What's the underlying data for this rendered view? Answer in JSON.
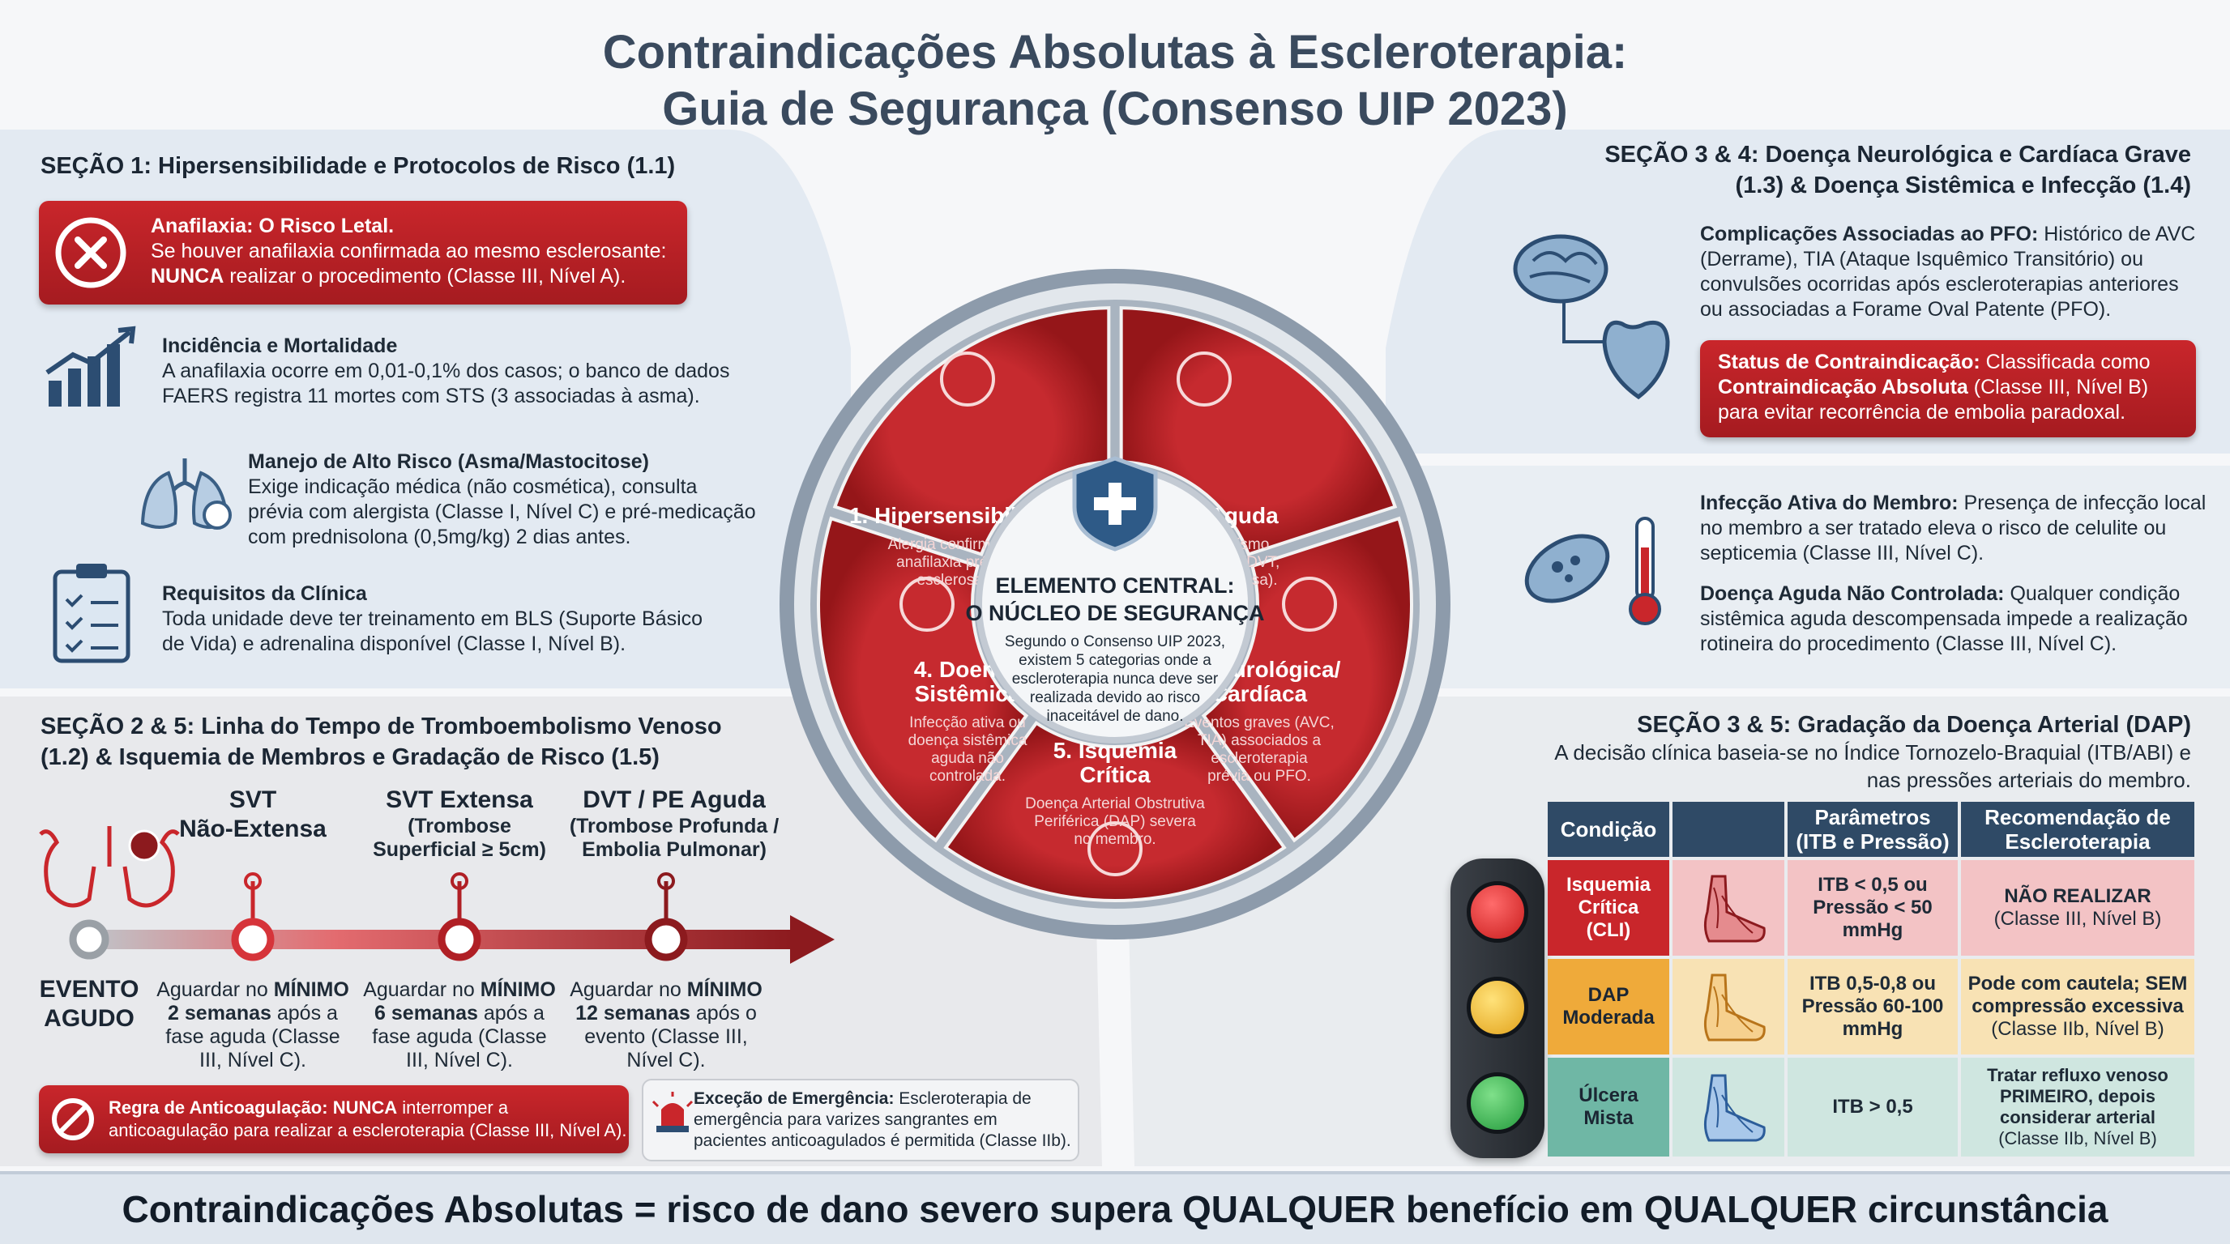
{
  "title": {
    "line1": "Contraindicações Absolutas à Escleroterapia:",
    "line2": "Guia de Segurança (Consenso UIP 2023)"
  },
  "s1": {
    "title": "SEÇÃO 1: Hipersensibilidade e Protocolos de Risco (1.1)",
    "alert": {
      "head": "Anafilaxia: O Risco Letal.",
      "line1": "Se houver anafilaxia confirmada ao mesmo esclerosante:",
      "strong": "NUNCA",
      "line2": " realizar o procedimento (Classe III, Nível A)."
    },
    "inc": {
      "head": "Incidência e Mortalidade",
      "l1": "A anafilaxia ocorre em 0,01-0,1% dos casos; o banco de dados",
      "l2": "FAERS registra 11 mortes com STS (3 associadas à asma)."
    },
    "risk": {
      "head": "Manejo de Alto Risco (Asma/Mastocitose)",
      "l1": "Exige indicação médica (não cosmética), consulta",
      "l2": "prévia com alergista (Classe I, Nível C) e pré-medicação",
      "l3": "com prednisolona (0,5mg/kg) 2 dias antes."
    },
    "req": {
      "head": "Requisitos da Clínica",
      "l1": "Toda unidade deve ter treinamento em BLS (Suporte Básico",
      "l2": "de Vida) e adrenalina disponível (Classe I, Nível B)."
    }
  },
  "s34": {
    "title1": "SEÇÃO 3 & 4: Doença Neurológica e Cardíaca Grave",
    "title2": "(1.3) & Doença Sistêmica e Infecção (1.4)",
    "pfo": {
      "head": "Complicações Associadas ao PFO:",
      "l0": " Histórico de AVC",
      "l1": "(Derrame), TIA (Ataque Isquêmico Transitório) ou",
      "l2": "convulsões ocorridas após escleroterapias anteriores",
      "l3": "ou associadas a Forame Oval Patente (PFO)."
    },
    "status": {
      "head": "Status de Contraindicação:",
      "l0": " Classificada como",
      "strong": "Contraindicação Absoluta",
      "l1": " (Classe III, Nível B)",
      "l2": "para evitar recorrência de embolia paradoxal."
    },
    "inf": {
      "head": "Infecção Ativa do Membro:",
      "l0": " Presença de infecção local",
      "l1": "no membro a ser tratado eleva o risco de celulite ou",
      "l2": "septicemia (Classe III, Nível C)."
    },
    "acute": {
      "head": "Doença Aguda Não Controlada:",
      "l0": " Qualquer condição",
      "l1": "sistêmica aguda descompensada impede a realização",
      "l2": "rotineira do procedimento (Classe III, Nível C)."
    }
  },
  "s25": {
    "title1": "SEÇÃO 2 & 5: Linha do Tempo de Tromboembolismo Venoso",
    "title2": "(1.2) & Isquemia de Membros e Gradação de Risco (1.5)",
    "event": {
      "l1": "EVENTO",
      "l2": "AGUDO"
    },
    "steps": [
      {
        "l1": "SVT",
        "l2": "Não-Extensa",
        "s1": "",
        "s2": "",
        "d0": "Aguardar no ",
        "dstrong": "MÍNIMO",
        "d1b": "2 semanas",
        "d1": " após a",
        "d2": "fase aguda (Classe",
        "d3": "III, Nível C)."
      },
      {
        "l1": "SVT Extensa",
        "l2": "",
        "s1": "(Trombose",
        "s2": "Superficial ≥ 5cm)",
        "d0": "Aguardar no ",
        "dstrong": "MÍNIMO",
        "d1b": "6 semanas",
        "d1": " após a",
        "d2": "fase aguda (Classe",
        "d3": "III, Nível C)."
      },
      {
        "l1": "DVT / PE Aguda",
        "l2": "",
        "s1": "(Trombose Profunda /",
        "s2": "Embolia Pulmonar)",
        "d0": "Aguardar no ",
        "dstrong": "MÍNIMO",
        "d1b": "12 semanas",
        "d1": " após o",
        "d2": "evento (Classe III,",
        "d3": "Nível C)."
      }
    ],
    "rule": {
      "head": "Regra de Anticoagulação:",
      "strong": " NUNCA",
      "l1": " interromper a",
      "l2": "anticoagulação para realizar a escleroterapia (Classe III, Nível A)."
    },
    "exc": {
      "head": "Exceção de Emergência:",
      "l1": " Escleroterapia de",
      "l2": "emergência para varizes sangrantes em",
      "l3": "pacientes anticoagulados é permitida (Classe IIb)."
    }
  },
  "s35": {
    "title": "SEÇÃO 3 & 5: Gradação da Doença Arterial (DAP)",
    "sub1": "A decisão clínica baseia-se no Índice Tornozelo-Braquial (ITB/ABI) e",
    "sub2": "nas pressões arteriais do membro.",
    "headers": {
      "cond": "Condição",
      "params": "Parâmetros\n(ITB e Pressão)",
      "rec": "Recomendação de\nEscleroterapia"
    },
    "rows": [
      {
        "cond": "Isquemia\nCrítica\n(CLI)",
        "params": "ITB < 0,5 ou\nPressão < 50\nmmHg",
        "rec_b": "NÃO REALIZAR",
        "rec": "(Classe III, Nível B)",
        "color": "#f3c3c5"
      },
      {
        "cond": "DAP\nModerada",
        "params": "ITB 0,5-0,8 ou\nPressão 60-100\nmmHg",
        "rec_b": "Pode com cautela; SEM\ncompressão excessiva",
        "rec": "(Classe IIb, Nível B)",
        "color": "#f8e2b4"
      },
      {
        "cond": "Úlcera\nMista",
        "params": "ITB > 0,5",
        "rec_b": "Tratar refluxo venoso\nPRIMEIRO, depois\nconsiderar arterial",
        "rec": "(Classe IIb, Nível B)",
        "color": "#cfe6e0"
      }
    ]
  },
  "center": {
    "core_t1": "ELEMENTO CENTRAL:",
    "core_t2": "O NÚCLEO DE SEGURANÇA",
    "core_d": [
      "Segundo o Consenso UIP 2023,",
      "existem 5 categorias onde a",
      "escleroterapia nunca deve ser",
      "realizada devido ao risco",
      "inaceitável de dano."
    ],
    "seg": [
      {
        "t": [
          "1. Hipersensibilidade"
        ],
        "d": [
          "Alergia confirmada ou",
          "anafilaxia prévia ao",
          "esclerosante."
        ]
      },
      {
        "t": [
          "2. TVE Aguda"
        ],
        "d": [
          "Tromboembolismo",
          "venoso recente (DVT,",
          "PE ou SVT extensa)."
        ]
      },
      {
        "t": [
          "3. Neurológica/",
          "Cardíaca"
        ],
        "d": [
          "Eventos graves (AVC,",
          "TIA) associados a",
          "escleroterapia",
          "prévia ou PFO."
        ]
      },
      {
        "t": [
          "5. Isquemia",
          "Crítica"
        ],
        "d": [
          "Doença Arterial Obstrutiva",
          "Periférica (DAP) severa",
          "no membro."
        ]
      },
      {
        "t": [
          "4. Doença",
          "Sistêmica"
        ],
        "d": [
          "Infecção ativa ou",
          "doença sistêmica",
          "aguda não",
          "controlada."
        ]
      }
    ]
  },
  "footer": "Contraindicações Absolutas = risco de dano severo supera QUALQUER benefício em QUALQUER circunstância"
}
